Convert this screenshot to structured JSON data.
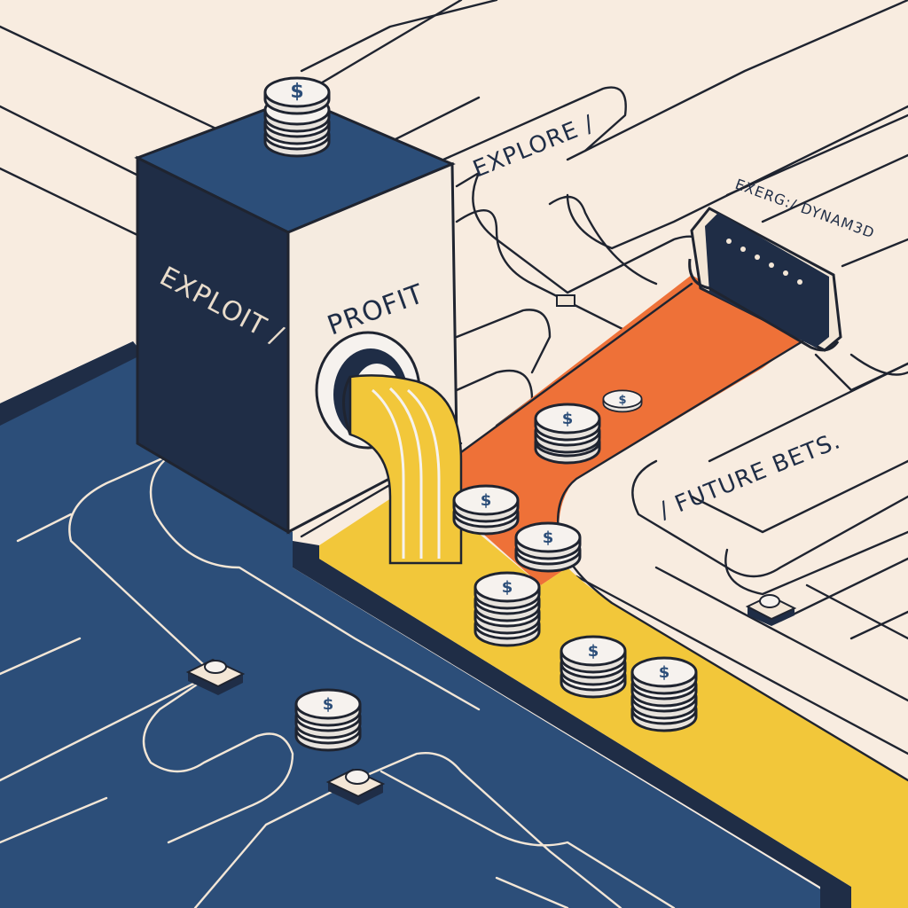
{
  "labels": {
    "exploit": "EXPLOIT /",
    "profit": "PROFIT",
    "explore": "EXPLORE /",
    "exerg_dynamed": "EXERG:/ DYNAM3D",
    "future_bets": "/ FUTURE BETS."
  },
  "coin_symbol": "$",
  "colors": {
    "background": "#f8ece0",
    "navy": "#2c4e79",
    "navy_dark": "#1f2d46",
    "yellow": "#f2c73a",
    "orange": "#ee7138",
    "coin_face": "#f6f2ee",
    "outline": "#1f2430"
  }
}
